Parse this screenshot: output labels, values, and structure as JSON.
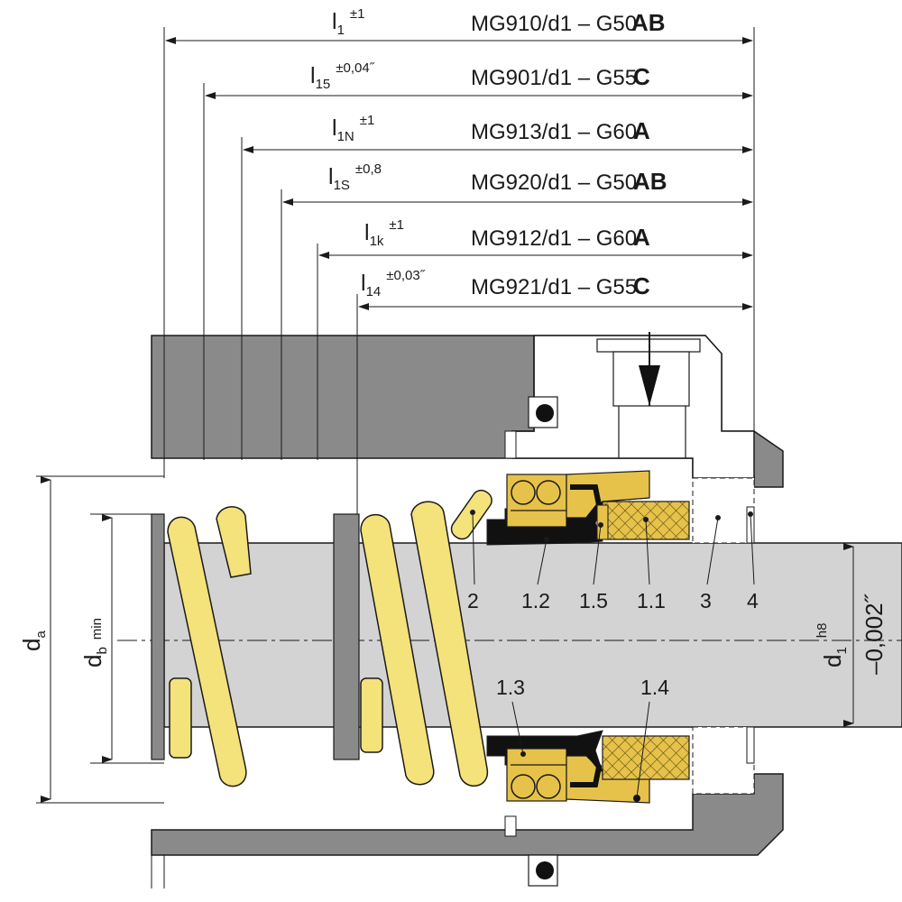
{
  "dimensions": [
    {
      "symbol": "l",
      "sub": "1",
      "tol": "±1",
      "model": "MG910/d1 – G50",
      "variant": "AB"
    },
    {
      "symbol": "l",
      "sub": "15",
      "tol": "±0,04˝",
      "model": "MG901/d1 – G55",
      "variant": "C"
    },
    {
      "symbol": "l",
      "sub": "1N",
      "tol": "±1",
      "model": "MG913/d1 – G60",
      "variant": "A"
    },
    {
      "symbol": "l",
      "sub": "1S",
      "tol": "±0,8",
      "model": "MG920/d1 – G50",
      "variant": "AB"
    },
    {
      "symbol": "l",
      "sub": "1k",
      "tol": "±1",
      "model": "MG912/d1 – G60",
      "variant": "A"
    },
    {
      "symbol": "l",
      "sub": "14",
      "tol": "±0,03˝",
      "model": "MG921/d1 – G55",
      "variant": "C"
    }
  ],
  "part_labels": {
    "p2": "2",
    "p1_2": "1.2",
    "p1_5": "1.5",
    "p1_1": "1.1",
    "p3": "3",
    "p4": "4",
    "p1_3": "1.3",
    "p1_4": "1.4"
  },
  "left_labels": {
    "da_main": "d",
    "da_sub": "a",
    "db_main": "d",
    "db_sub": "b",
    "db_min": "min"
  },
  "right_labels": {
    "d1_main": "d",
    "d1_sub": "1",
    "d1_fit": "h8",
    "d1_tol": "–0,002˝"
  },
  "colors": {
    "housing": "#8a8a8a",
    "shaft": "#d3d3d3",
    "spring": "#f4e27a",
    "brass": "#e7c24a",
    "bellows": "#111111",
    "line": "#1a1a1a"
  }
}
